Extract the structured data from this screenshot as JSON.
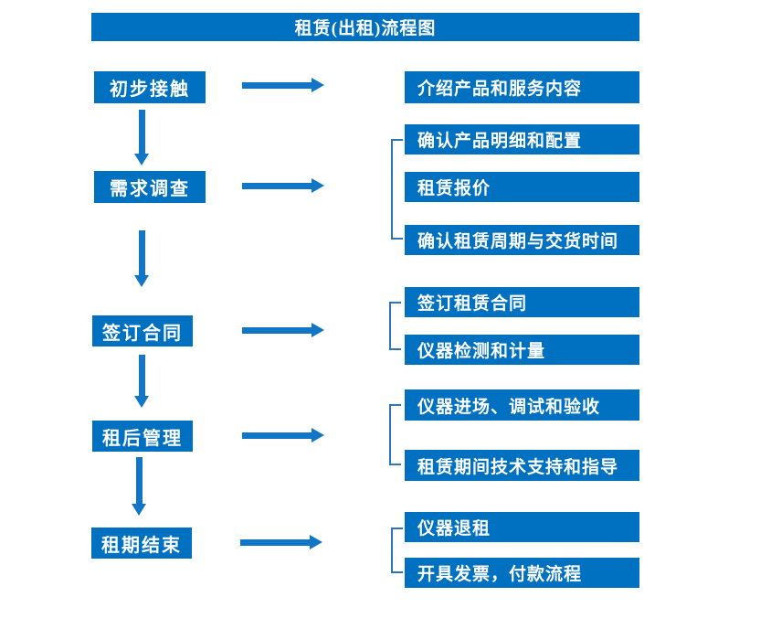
{
  "title": "租赁(出租)流程图",
  "colors": {
    "box_blue": "#0070C0",
    "arrow_blue": "#1176C8",
    "bracket_blue": "#2E75B6",
    "text": "#FFFFFF",
    "background": "#FFFFFF"
  },
  "stages": [
    {
      "label": "初步接触",
      "outputs": [
        "介绍产品和服务内容"
      ]
    },
    {
      "label": "需求调查",
      "outputs": [
        "确认产品明细和配置",
        "租赁报价",
        "确认租赁周期与交货时间"
      ]
    },
    {
      "label": "签订合同",
      "outputs": [
        "签订租赁合同",
        "仪器检测和计量"
      ]
    },
    {
      "label": "租后管理",
      "outputs": [
        "仪器进场、调试和验收",
        "租赁期间技术支持和指导"
      ]
    },
    {
      "label": "租期结束",
      "outputs": [
        "仪器退租",
        "开具发票，付款流程"
      ]
    }
  ]
}
